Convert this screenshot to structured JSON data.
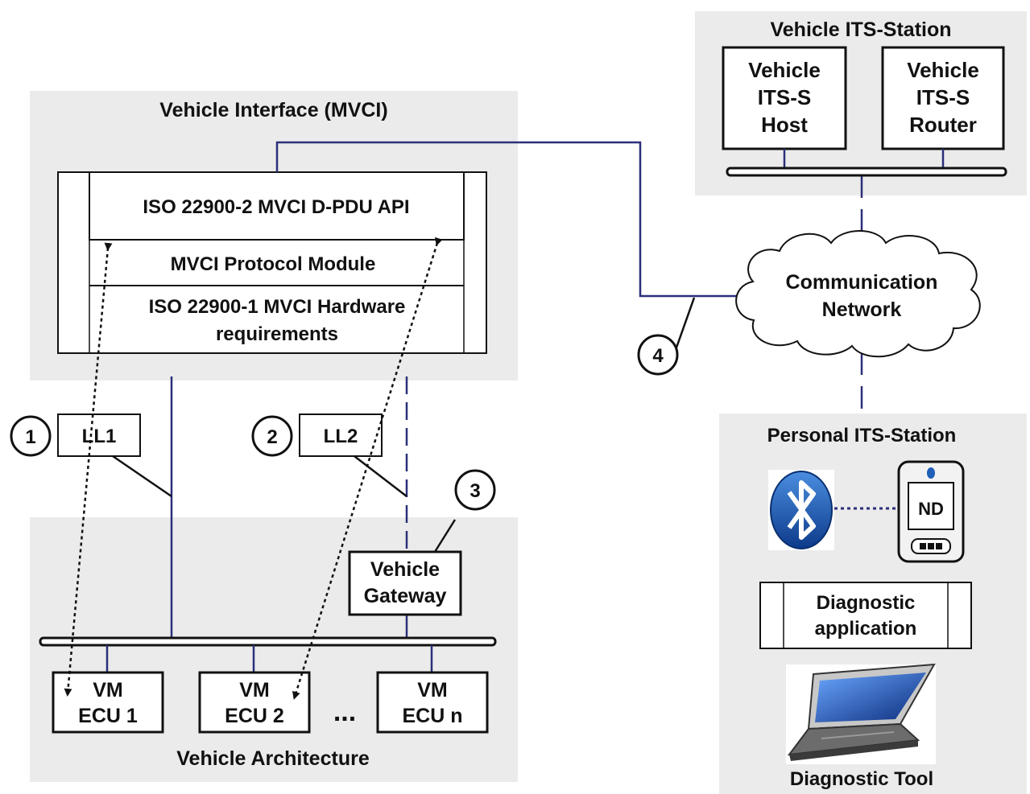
{
  "mvci": {
    "title": "Vehicle Interface (MVCI)",
    "dpdu_api": "ISO 22900-2 MVCI D-PDU API",
    "protocol_module": "MVCI Protocol Module",
    "hw_line1": "ISO 22900-1 MVCI Hardware",
    "hw_line2": "requirements"
  },
  "vehicle_its": {
    "title": "Vehicle ITS-Station",
    "host": [
      "Vehicle",
      "ITS-S",
      "Host"
    ],
    "router": [
      "Vehicle",
      "ITS-S",
      "Router"
    ]
  },
  "network": {
    "line1": "Communication",
    "line2": "Network"
  },
  "links": {
    "ll1": "LL1",
    "ll2": "LL2",
    "num1": "1",
    "num2": "2",
    "num3": "3",
    "num4": "4"
  },
  "architecture": {
    "title": "Vehicle Architecture",
    "gateway": [
      "Vehicle",
      "Gateway"
    ],
    "ecu1": [
      "VM",
      "ECU 1"
    ],
    "ecu2": [
      "VM",
      "ECU 2"
    ],
    "ecun": [
      "VM",
      "ECU n"
    ],
    "ellipsis": "..."
  },
  "personal_its": {
    "title": "Personal ITS-Station",
    "nd": "ND",
    "app": [
      "Diagnostic",
      "application"
    ],
    "tool": "Diagnostic Tool"
  },
  "colors": {
    "panel": "#ebebeb",
    "link_blue": "#2b2f7a",
    "border": "#111111",
    "bluetooth": "#1f5fb8"
  }
}
